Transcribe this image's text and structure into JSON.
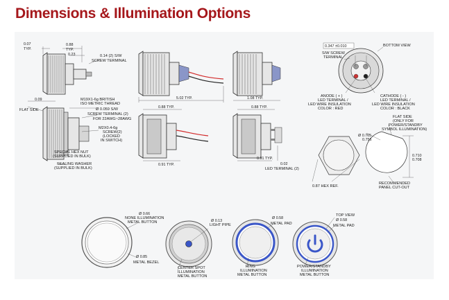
{
  "page": {
    "title": "Dimensions & Illumination Options",
    "title_color": "#a5171b",
    "sheet_color": "#f5f6f7"
  },
  "labels": {
    "dim_007": "0.07",
    "dim_007_typ": "TYP.",
    "dim_088_top": "0.88",
    "dim_088_top_typ": "TYP.",
    "dim_023": "0.23",
    "screw_terminal_1": "0.14 (2) S/W",
    "screw_terminal_2": "SCREW TERMINAL",
    "thread_1": "M19X1-6g BRITISH",
    "thread_2": "ISO METRIC THREAD",
    "dim_009": "0.09",
    "flat_side": "FLAT SIDE",
    "sw_screw_1": "Ø 0.059 S/W",
    "sw_screw_2": "SCREW TERMINAL (2)",
    "sw_screw_3": "FOR 22AWG~28AWG",
    "m2_1": "M2X0.4-6g",
    "m2_2": "SCREW(2)",
    "m2_3": "(LOCKED",
    "m2_4": "IN SWITCH)",
    "hex_nut_1": "SPECIAL HEX NUT",
    "hex_nut_2": "(SUPPLIED IN BULK)",
    "washer_1": "SEALING WASHER",
    "washer_2": "(SUPPLIED IN BULK)",
    "dim_502": "5.02 TYP.",
    "dim_088_mid": "0.88 TYP.",
    "dim_091_mid": "0.91 TYP.",
    "dim_108": "1.08 TYP.",
    "dim_088_right": "0.88 TYP.",
    "dim_091_right": "0.91 TYP.",
    "dim_002": "0.02",
    "led_terminal": "LED TERMINAL (2)",
    "dim_0347": "0.347 ±0.010",
    "sw_screw_term_1": "S/W SCREW",
    "sw_screw_term_2": "TERMINAL",
    "bottom_view": "BOTTOM VIEW",
    "anode_1": "ANODE ( + )",
    "anode_2": "LED TERMINAL /",
    "anode_3": "LED WIRE INSULATION",
    "anode_4": "COLOR : RED",
    "cathode_1": "CATHODE ( - )",
    "cathode_2": "LED TERMINAL /",
    "cathode_3": "LED WIRE INSULATION",
    "cathode_4": "COLOR : BLACK",
    "dim_0765_1": "Ø 0.765",
    "dim_0765_2": "0.756",
    "flat_side_r1": "FLAT SIDE",
    "flat_side_r2": "(ONLY FOR",
    "flat_side_r3": "POWER/STANDBY",
    "flat_side_r4": "SYMBOL ILLUMINATION)",
    "dim_0710": "0.710",
    "dim_0708": "0.708",
    "hex_ref": "0.87 HEX REF.",
    "cutout_1": "RECOMMENDED",
    "cutout_2": "PANEL CUT-OUT",
    "opt1_a": "Ø 0.66",
    "opt1_b": "NONE ILLUMINATION",
    "opt1_c": "METAL BUTTON",
    "opt1_d": "Ø 0.85",
    "opt1_e": "METAL BEZEL",
    "opt2_a": "Ø 0.13",
    "opt2_b": "LIGHT PIPE",
    "opt2_c": "CENTER SPOT",
    "opt2_d": "ILLUMINATION",
    "opt2_e": "METAL BUTTON",
    "opt3_a": "Ø 0.58",
    "opt3_b": "METAL PAD",
    "opt3_c": "RING",
    "opt3_d": "ILLUMINATION",
    "opt3_e": "METAL BUTTON",
    "opt4_a": "TOP VIEW",
    "opt4_b": "Ø 0.58",
    "opt4_c": "METAL PAD",
    "opt4_d": "POWER/STANDBY",
    "opt4_e": "ILLUMINATION",
    "opt4_f": "METAL BUTTON"
  },
  "colors": {
    "ring_blue": "#3a56c8",
    "wire_red": "#d22a2a",
    "wire_black": "#222222",
    "body_grey": "#e6e6e6"
  }
}
